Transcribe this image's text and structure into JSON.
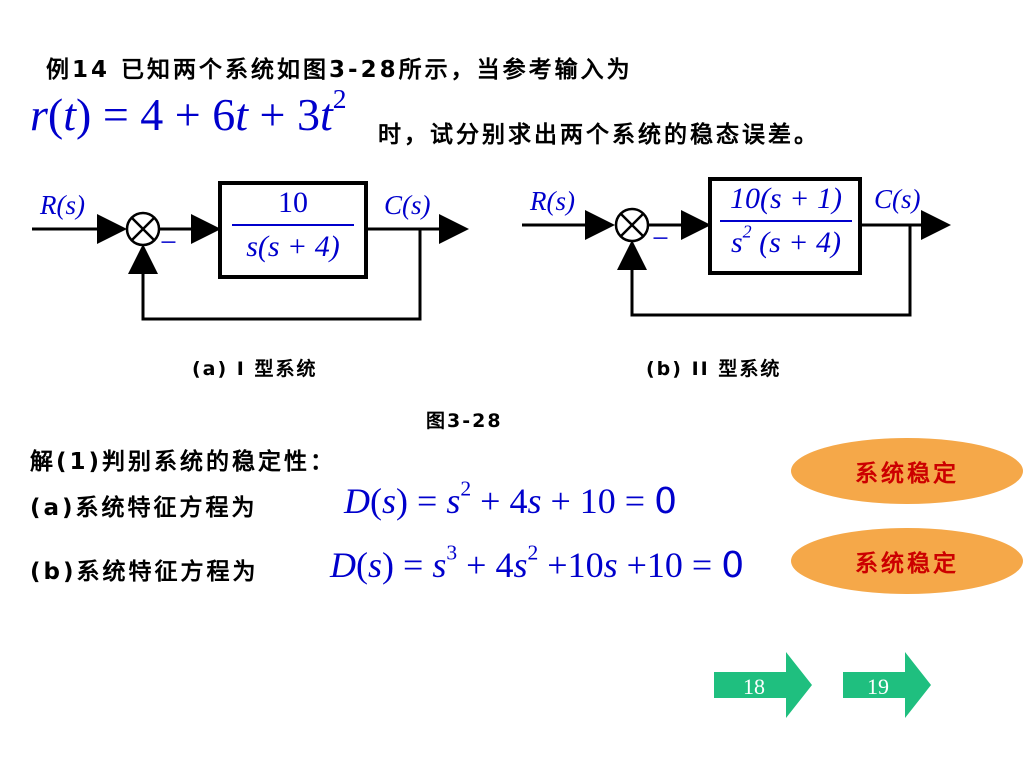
{
  "problem": {
    "line1": "例14 已知两个系统如图3-28所示，当参考输入为",
    "input_eq": {
      "r": "r",
      "t": "t",
      "mid": " = 4 + 6",
      "plus": " + 3",
      "exp": "2"
    },
    "line2": "时，试分别求出两个系统的稳态误差。"
  },
  "diagrams": {
    "a": {
      "input": "R(s)",
      "output": "C(s)",
      "minus": "−",
      "tf_num": "10",
      "tf_den": "s(s + 4)",
      "caption": "(a) I 型系统"
    },
    "b": {
      "input": "R(s)",
      "output": "C(s)",
      "minus": "−",
      "tf_num": "10(s + 1)",
      "tf_den_s": "s",
      "tf_den_exp": "2",
      "tf_den_rest": " (s + 4)",
      "caption": "(b) II 型系统"
    },
    "figure_label": "图3-28"
  },
  "solution": {
    "heading": "解(1)判别系统的稳定性：",
    "a_label": "(a)系统特征方程为",
    "a_eq": {
      "lhs": "D(s) = s",
      "e1": "2",
      "rest": " + 4s + 10 = ",
      "zero": "0"
    },
    "b_label": "(b)系统特征方程为",
    "b_eq": {
      "lhs": "D(s) = s",
      "e1": "3",
      "mid": " + 4s",
      "e2": "2",
      "rest": " +10s +10 = ",
      "zero": "0"
    },
    "badge_a": "系统稳定",
    "badge_b": "系统稳定"
  },
  "nav": {
    "prev": "18",
    "next": "19",
    "color": "#1fbf7f"
  },
  "colors": {
    "math": "#0000cc",
    "badge_fill": "#f5a849",
    "badge_text": "#cc0000"
  }
}
